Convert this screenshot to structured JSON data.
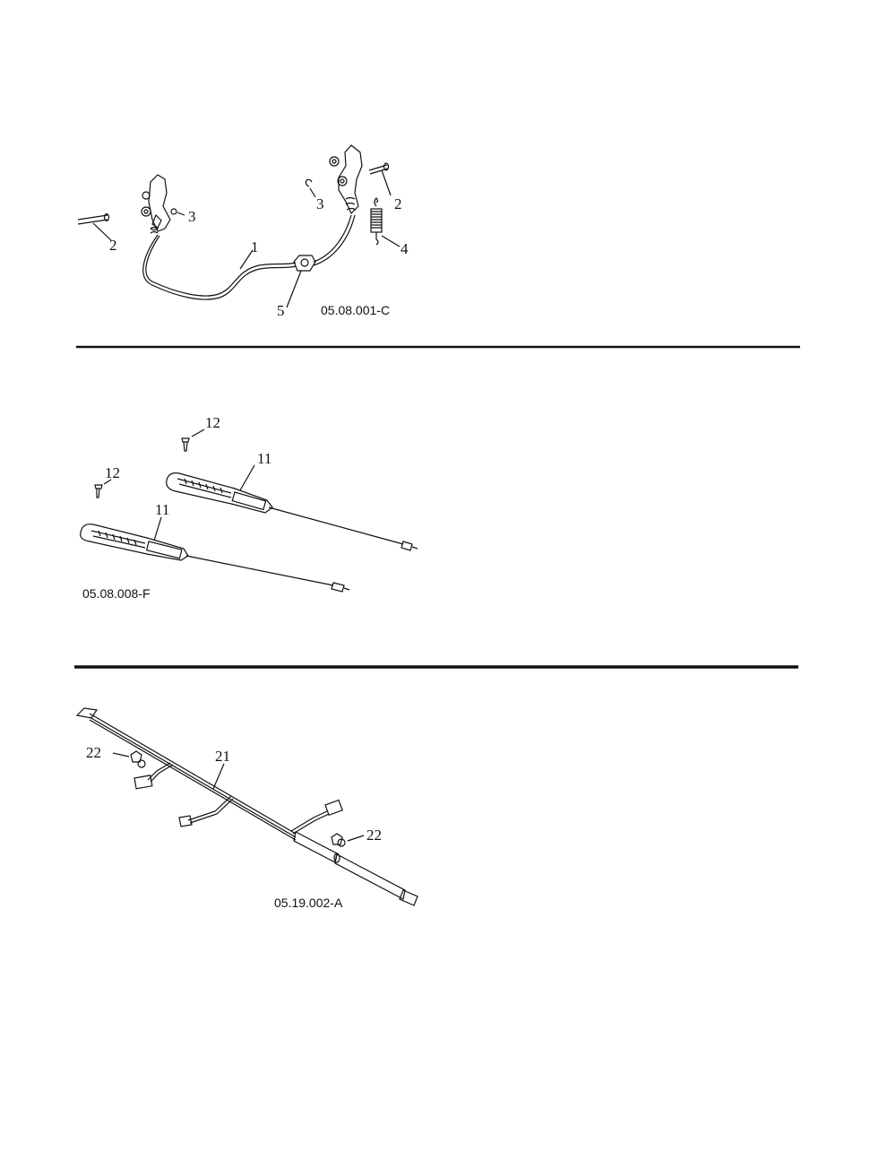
{
  "diagram1": {
    "code": "05.08.001-C",
    "labels": {
      "cable": "1",
      "pin_left": "2",
      "pin_right": "2",
      "clip_left": "3",
      "clip_right": "3",
      "spring": "4",
      "clamp": "5"
    }
  },
  "diagram2": {
    "code": "05.08.008-F",
    "labels": {
      "screw_top": "12",
      "screw_left": "12",
      "handle_top": "11",
      "handle_bottom": "11"
    }
  },
  "diagram3": {
    "code": "05.19.002-A",
    "labels": {
      "harness": "21",
      "fastener_left": "22",
      "fastener_right": "22"
    }
  }
}
